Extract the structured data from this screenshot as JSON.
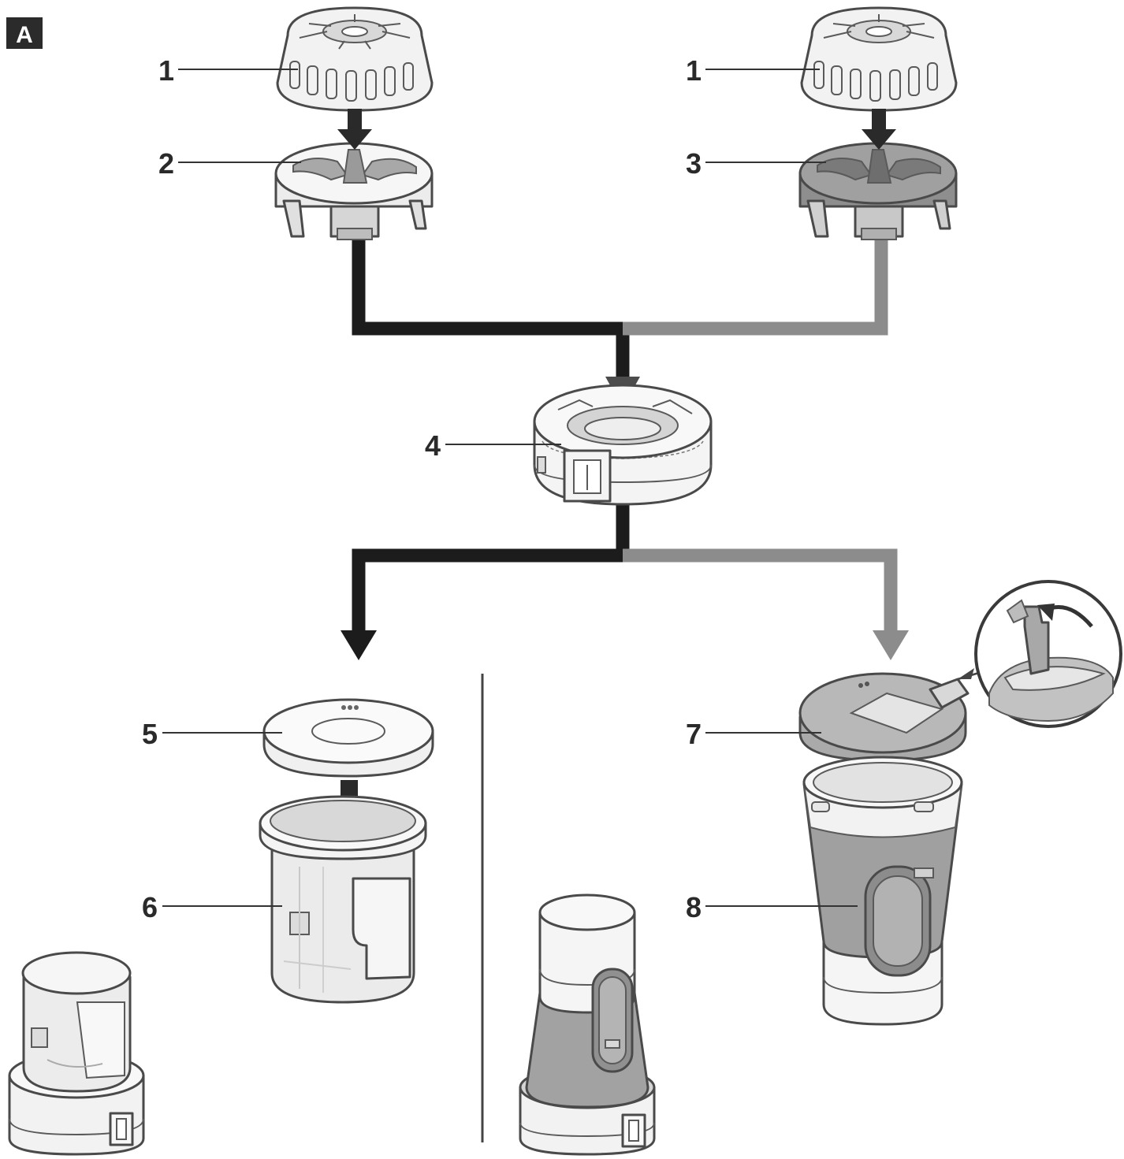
{
  "panel_badge": "A",
  "callouts": [
    {
      "id": "lid-left",
      "label": "1"
    },
    {
      "id": "blade-left",
      "label": "2"
    },
    {
      "id": "lid-right",
      "label": "1"
    },
    {
      "id": "blade-right",
      "label": "3"
    },
    {
      "id": "ring",
      "label": "4"
    },
    {
      "id": "cap",
      "label": "5"
    },
    {
      "id": "bowl",
      "label": "6"
    },
    {
      "id": "travel-lid",
      "label": "7"
    },
    {
      "id": "bottle",
      "label": "8"
    }
  ],
  "colors": {
    "left_path": "#1c1c1c",
    "right_path": "#8c8c8c",
    "line": "#4a4a4a",
    "light_part": "#f4f4f4",
    "dark_part": "#9a9a9a"
  }
}
